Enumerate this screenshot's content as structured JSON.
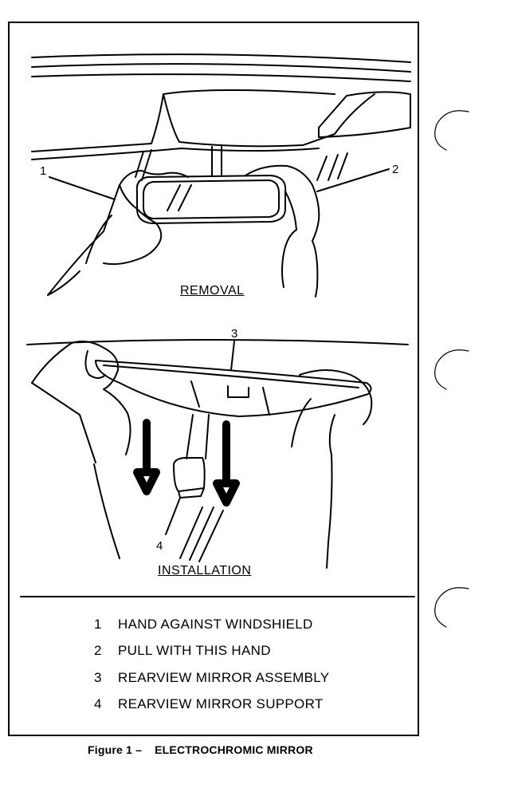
{
  "callouts": {
    "c1": "1",
    "c2": "2",
    "c3": "3",
    "c4": "4"
  },
  "captions": {
    "removal": "REMOVAL",
    "installation": "INSTALLATION"
  },
  "legend": [
    {
      "num": "1",
      "text": "HAND AGAINST WINDSHIELD"
    },
    {
      "num": "2",
      "text": "PULL WITH THIS HAND"
    },
    {
      "num": "3",
      "text": "REARVIEW MIRROR ASSEMBLY"
    },
    {
      "num": "4",
      "text": "REARVIEW MIRROR SUPPORT"
    }
  ],
  "figure": {
    "label": "Figure 1 –",
    "title": "ELECTROCHROMIC MIRROR"
  }
}
